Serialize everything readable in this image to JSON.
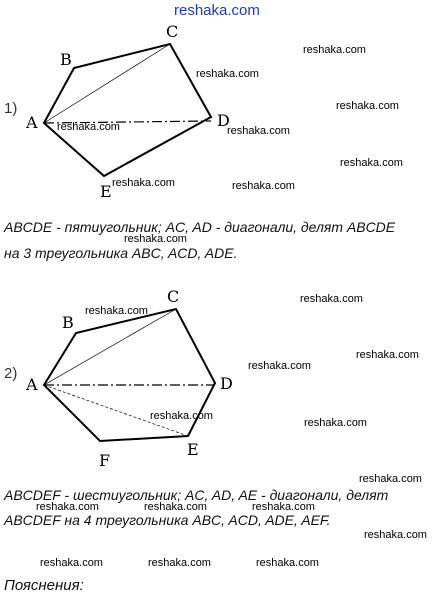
{
  "site_title": "reshaka.com",
  "watermark": "reshaka.com",
  "figure1": {
    "number": "1)",
    "vertices": [
      "A",
      "B",
      "C",
      "D",
      "E"
    ],
    "caption_line1": "ABCDE - пятиугольник; AC, AD - диагонали, делят ABCDE",
    "caption_line2": "на 3 треугольника ABC, ACD, ADE."
  },
  "figure2": {
    "number": "2)",
    "vertices": [
      "A",
      "B",
      "C",
      "D",
      "E",
      "F"
    ],
    "caption_line1": "ABCDEF - шестиугольник; AC, AD, AE - диагонали, делят",
    "caption_line2": "ABCDEF на 4 треугольника ABC, ACD, ADE, AEF."
  },
  "explanation_heading": "Пояснения:"
}
